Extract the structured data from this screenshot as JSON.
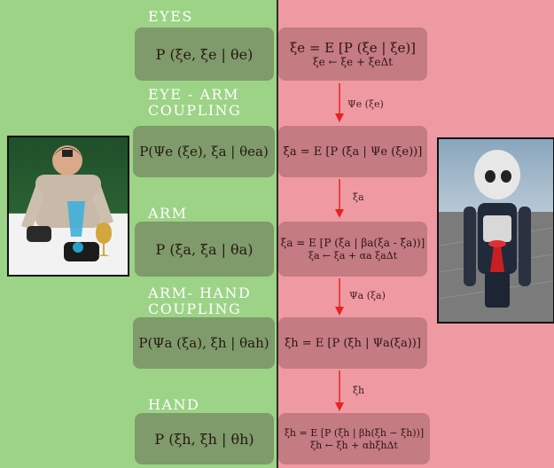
{
  "colors": {
    "left_panel": "#9cd386",
    "right_panel": "#ef9aa3",
    "left_box": "#7f9a6b",
    "right_box": "#c47b82",
    "arrow": "#e8231c",
    "title_text": "#ffffff"
  },
  "images": {
    "human": "photo-human-subject-with-cup",
    "robot": "photo-humanoid-robot-simulation"
  },
  "sections": [
    {
      "title": "EYES",
      "model": "P (ξ̇e, ξe | θe)",
      "update": [
        "ξ̇e = E [P (ξ̇e | ξe)]",
        "ξe ← ξe + ξ̇eΔt"
      ]
    },
    {
      "title": "EYE - ARM\nCOUPLING",
      "model": "P(Ψe (ξe), ξa | θea)",
      "update": [
        "ξ̄a = E [P (ξa | Ψe (ξe))]"
      ]
    },
    {
      "title": "ARM",
      "model": "P (ξ̇a, ξa | θa)",
      "update": [
        "ξ̇a = E [P (ξ̇a | βa(ξa - ξ̄a))]",
        "ξa ← ξa + αa ξ̇aΔt"
      ]
    },
    {
      "title": "ARM- HAND\nCOUPLING",
      "model": "P(Ψa (ξa), ξh | θah)",
      "update": [
        "ξ̄h = E [P (ξh | Ψa(ξa))]"
      ]
    },
    {
      "title": "HAND",
      "model": "P (ξ̇h, ξh | θh)",
      "update": [
        "ξ̇h = E [P (ξ̇h | βh(ξh − ξ̄h))]",
        "ξh ← ξh + αhξ̇hΔt"
      ]
    }
  ],
  "arrows": [
    "Ψe (ξe)",
    "ξ̄a",
    "Ψa (ξa)",
    "ξ̄h"
  ]
}
